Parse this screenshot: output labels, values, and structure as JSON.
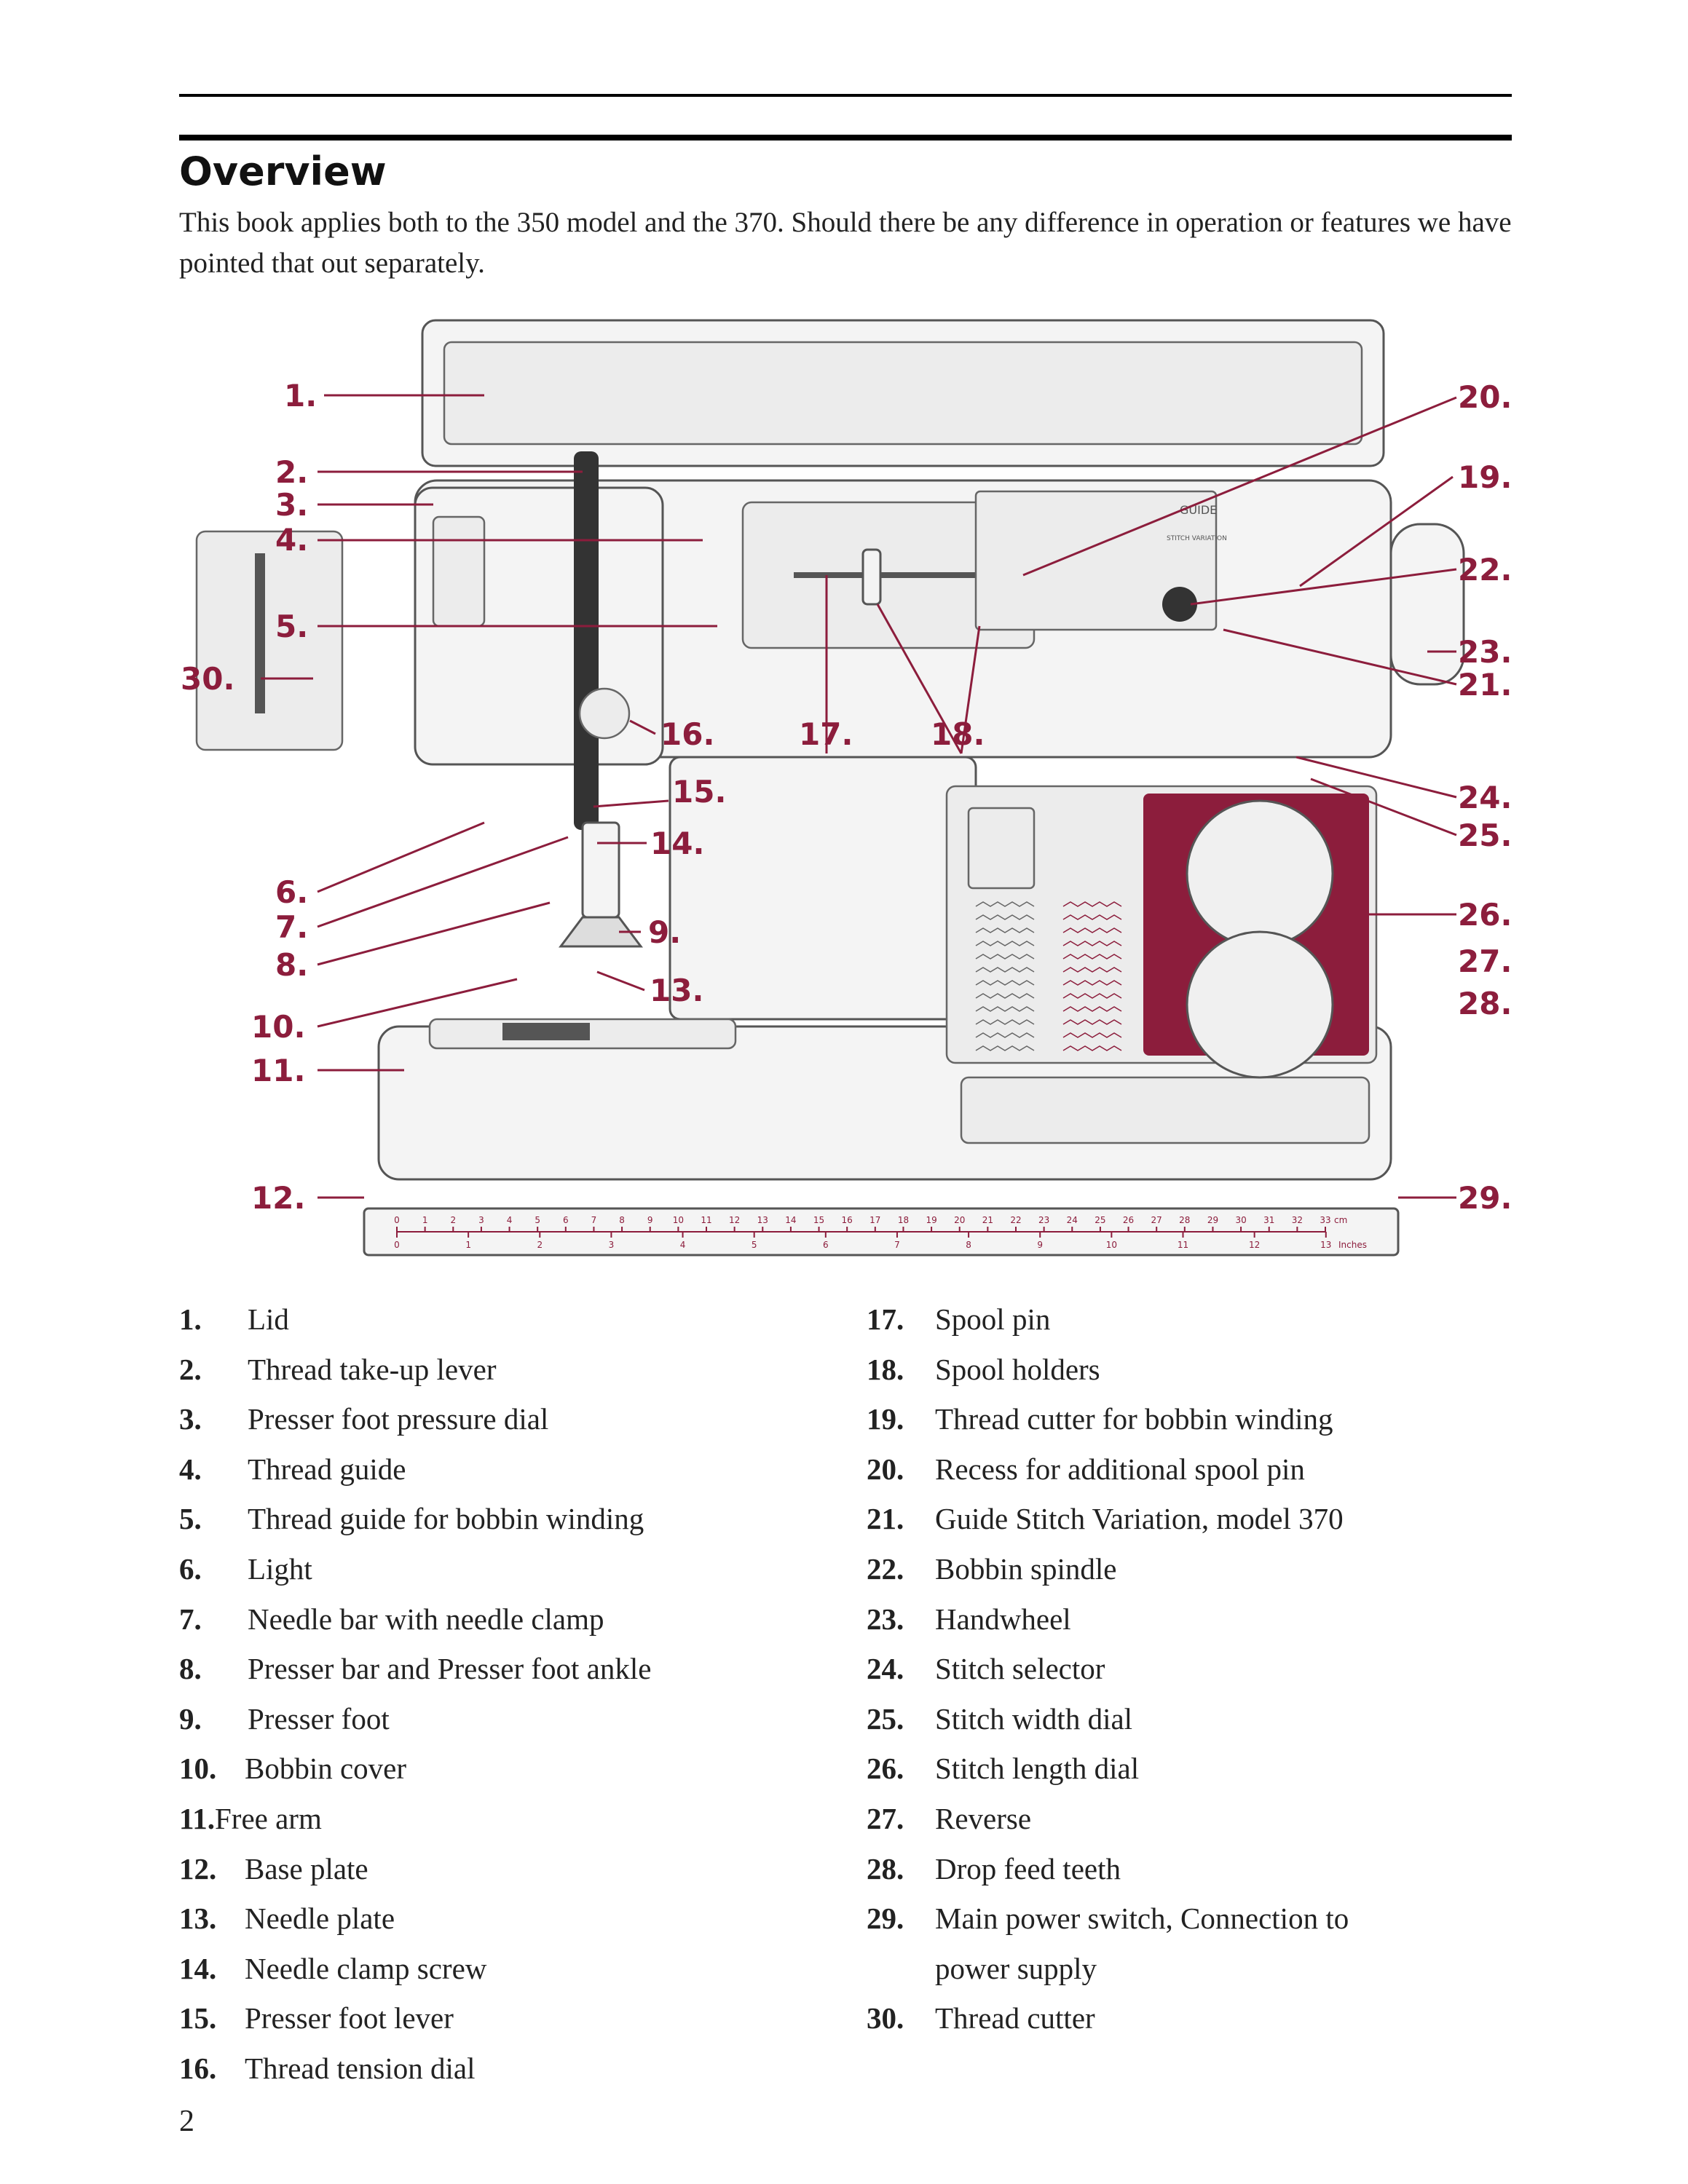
{
  "header": {
    "title": "Overview"
  },
  "intro": "This book applies both to the 350 model and the 370. Should there be any difference in operation or features we have pointed that out separately.",
  "diagram": {
    "callouts": [
      "1.",
      "2.",
      "3.",
      "4.",
      "5.",
      "6.",
      "7.",
      "8.",
      "9.",
      "10.",
      "11.",
      "12.",
      "13.",
      "14.",
      "15.",
      "16.",
      "17.",
      "18.",
      "19.",
      "20.",
      "21.",
      "22.",
      "23.",
      "24.",
      "25.",
      "26.",
      "27.",
      "28.",
      "29.",
      "30."
    ],
    "panel_label": "GUIDE",
    "panel_sublabel": "STITCH VARIATION",
    "ruler_cm": [
      "0",
      "1",
      "2",
      "3",
      "4",
      "5",
      "6",
      "7",
      "8",
      "9",
      "10",
      "11",
      "12",
      "13",
      "14",
      "15",
      "16",
      "17",
      "18",
      "19",
      "20",
      "21",
      "22",
      "23",
      "24",
      "25",
      "26",
      "27",
      "28",
      "29",
      "30",
      "31",
      "32",
      "33"
    ],
    "ruler_cm_unit": "cm",
    "ruler_inch": [
      "0",
      "1",
      "2",
      "3",
      "4",
      "5",
      "6",
      "7",
      "8",
      "9",
      "10",
      "11",
      "12",
      "13"
    ],
    "ruler_inch_unit": "Inches",
    "colors": {
      "accent": "#8c1d3c",
      "outline": "#555555"
    }
  },
  "parts_left": [
    {
      "num": "1.",
      "label": "Lid"
    },
    {
      "num": "2.",
      "label": "Thread take-up lever"
    },
    {
      "num": "3.",
      "label": "Presser foot pressure dial"
    },
    {
      "num": "4.",
      "label": "Thread guide"
    },
    {
      "num": "5.",
      "label": "Thread guide for bobbin winding"
    },
    {
      "num": "6.",
      "label": "Light"
    },
    {
      "num": "7.",
      "label": "Needle bar with needle clamp"
    },
    {
      "num": "8.",
      "label": "Presser bar and Presser foot ankle"
    },
    {
      "num": "9.",
      "label": "Presser foot"
    },
    {
      "num": "10.",
      "label": "Bobbin cover"
    },
    {
      "num": "11.",
      "label": "Free arm"
    },
    {
      "num": "12.",
      "label": "Base plate"
    },
    {
      "num": "13.",
      "label": "Needle plate"
    },
    {
      "num": "14.",
      "label": "Needle clamp screw"
    },
    {
      "num": "15.",
      "label": "Presser foot lever"
    },
    {
      "num": "16.",
      "label": "Thread tension dial"
    }
  ],
  "parts_right": [
    {
      "num": "17.",
      "label": "Spool pin"
    },
    {
      "num": "18.",
      "label": "Spool holders"
    },
    {
      "num": "19.",
      "label": "Thread cutter for bobbin winding"
    },
    {
      "num": "20.",
      "label": "Recess for additional spool pin"
    },
    {
      "num": "21.",
      "label": "Guide Stitch Variation, model 370"
    },
    {
      "num": "22.",
      "label": "Bobbin spindle"
    },
    {
      "num": "23.",
      "label": "Handwheel"
    },
    {
      "num": "24.",
      "label": "Stitch selector"
    },
    {
      "num": "25.",
      "label": "Stitch width dial"
    },
    {
      "num": "26.",
      "label": "Stitch length dial"
    },
    {
      "num": "27.",
      "label": "Reverse"
    },
    {
      "num": "28.",
      "label": "Drop feed teeth"
    },
    {
      "num": "29.",
      "label": "Main power switch, Connection to"
    },
    {
      "num": "",
      "label": "power supply"
    },
    {
      "num": "30.",
      "label": "Thread cutter"
    }
  ],
  "footer": {
    "page_number": "2"
  }
}
